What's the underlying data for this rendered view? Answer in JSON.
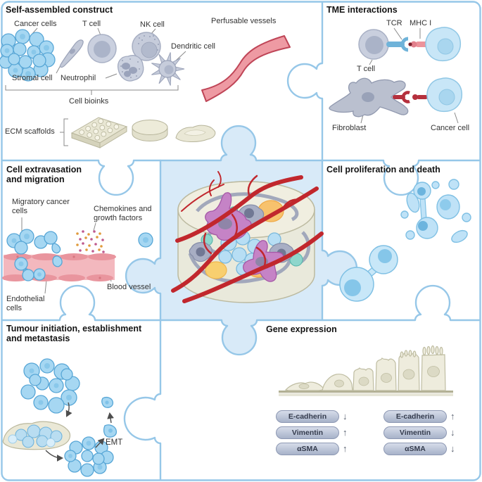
{
  "panels": {
    "self_assembled": {
      "title": "Self-assembled construct",
      "labels": {
        "cancer_cells": "Cancer cells",
        "t_cell": "T cell",
        "nk_cell": "NK cell",
        "dendritic_cell": "Dendritic cell",
        "stromal_cell": "Stromal cell",
        "neutrophil": "Neutrophil",
        "cell_bioinks": "Cell bioinks",
        "ecm_scaffolds": "ECM scaffolds",
        "perfusable_vessels": "Perfusable vessels"
      }
    },
    "tme": {
      "title": "TME interactions",
      "labels": {
        "tcr": "TCR",
        "mhc": "MHC I",
        "t_cell": "T cell",
        "fibroblast": "Fibroblast",
        "cancer_cell": "Cancer cell"
      }
    },
    "extravasation": {
      "title_line1": "Cell extravasation",
      "title_line2": "and migration",
      "labels": {
        "migratory_line1": "Migratory cancer",
        "migratory_line2": "cells",
        "chemokines_line1": "Chemokines and",
        "chemokines_line2": "growth factors",
        "blood_vessel": "Blood vessel",
        "endothelial_line1": "Endothelial",
        "endothelial_line2": "cells"
      }
    },
    "proliferation": {
      "title": "Cell proliferation and death"
    },
    "tumour": {
      "title_line1": "Tumour initiation, establishment",
      "title_line2": "and metastasis",
      "labels": {
        "emt": "EMT"
      }
    },
    "gene": {
      "title": "Gene expression",
      "markers_left": [
        {
          "name": "E-cadherin",
          "direction": "↓"
        },
        {
          "name": "Vimentin",
          "direction": "↑"
        },
        {
          "name": "αSMA",
          "direction": "↑"
        }
      ],
      "markers_right": [
        {
          "name": "E-cadherin",
          "direction": "↑"
        },
        {
          "name": "Vimentin",
          "direction": "↓"
        },
        {
          "name": "αSMA",
          "direction": "↓"
        }
      ]
    }
  },
  "colors": {
    "puzzle_border": "#96c7e8",
    "center_fill": "#d8eaf8",
    "cancer_cell_blue": "#a6d7f2",
    "immune_gray": "#c9cfde",
    "vessel_red": "#c1272d",
    "vessel_pink": "#ee9aa3",
    "scaffold_beige": "#e9e7d6",
    "badge_gray": "#aab5cc",
    "chemokine_orange": "#e09a3c",
    "chemokine_magenta": "#bf5a8e"
  }
}
